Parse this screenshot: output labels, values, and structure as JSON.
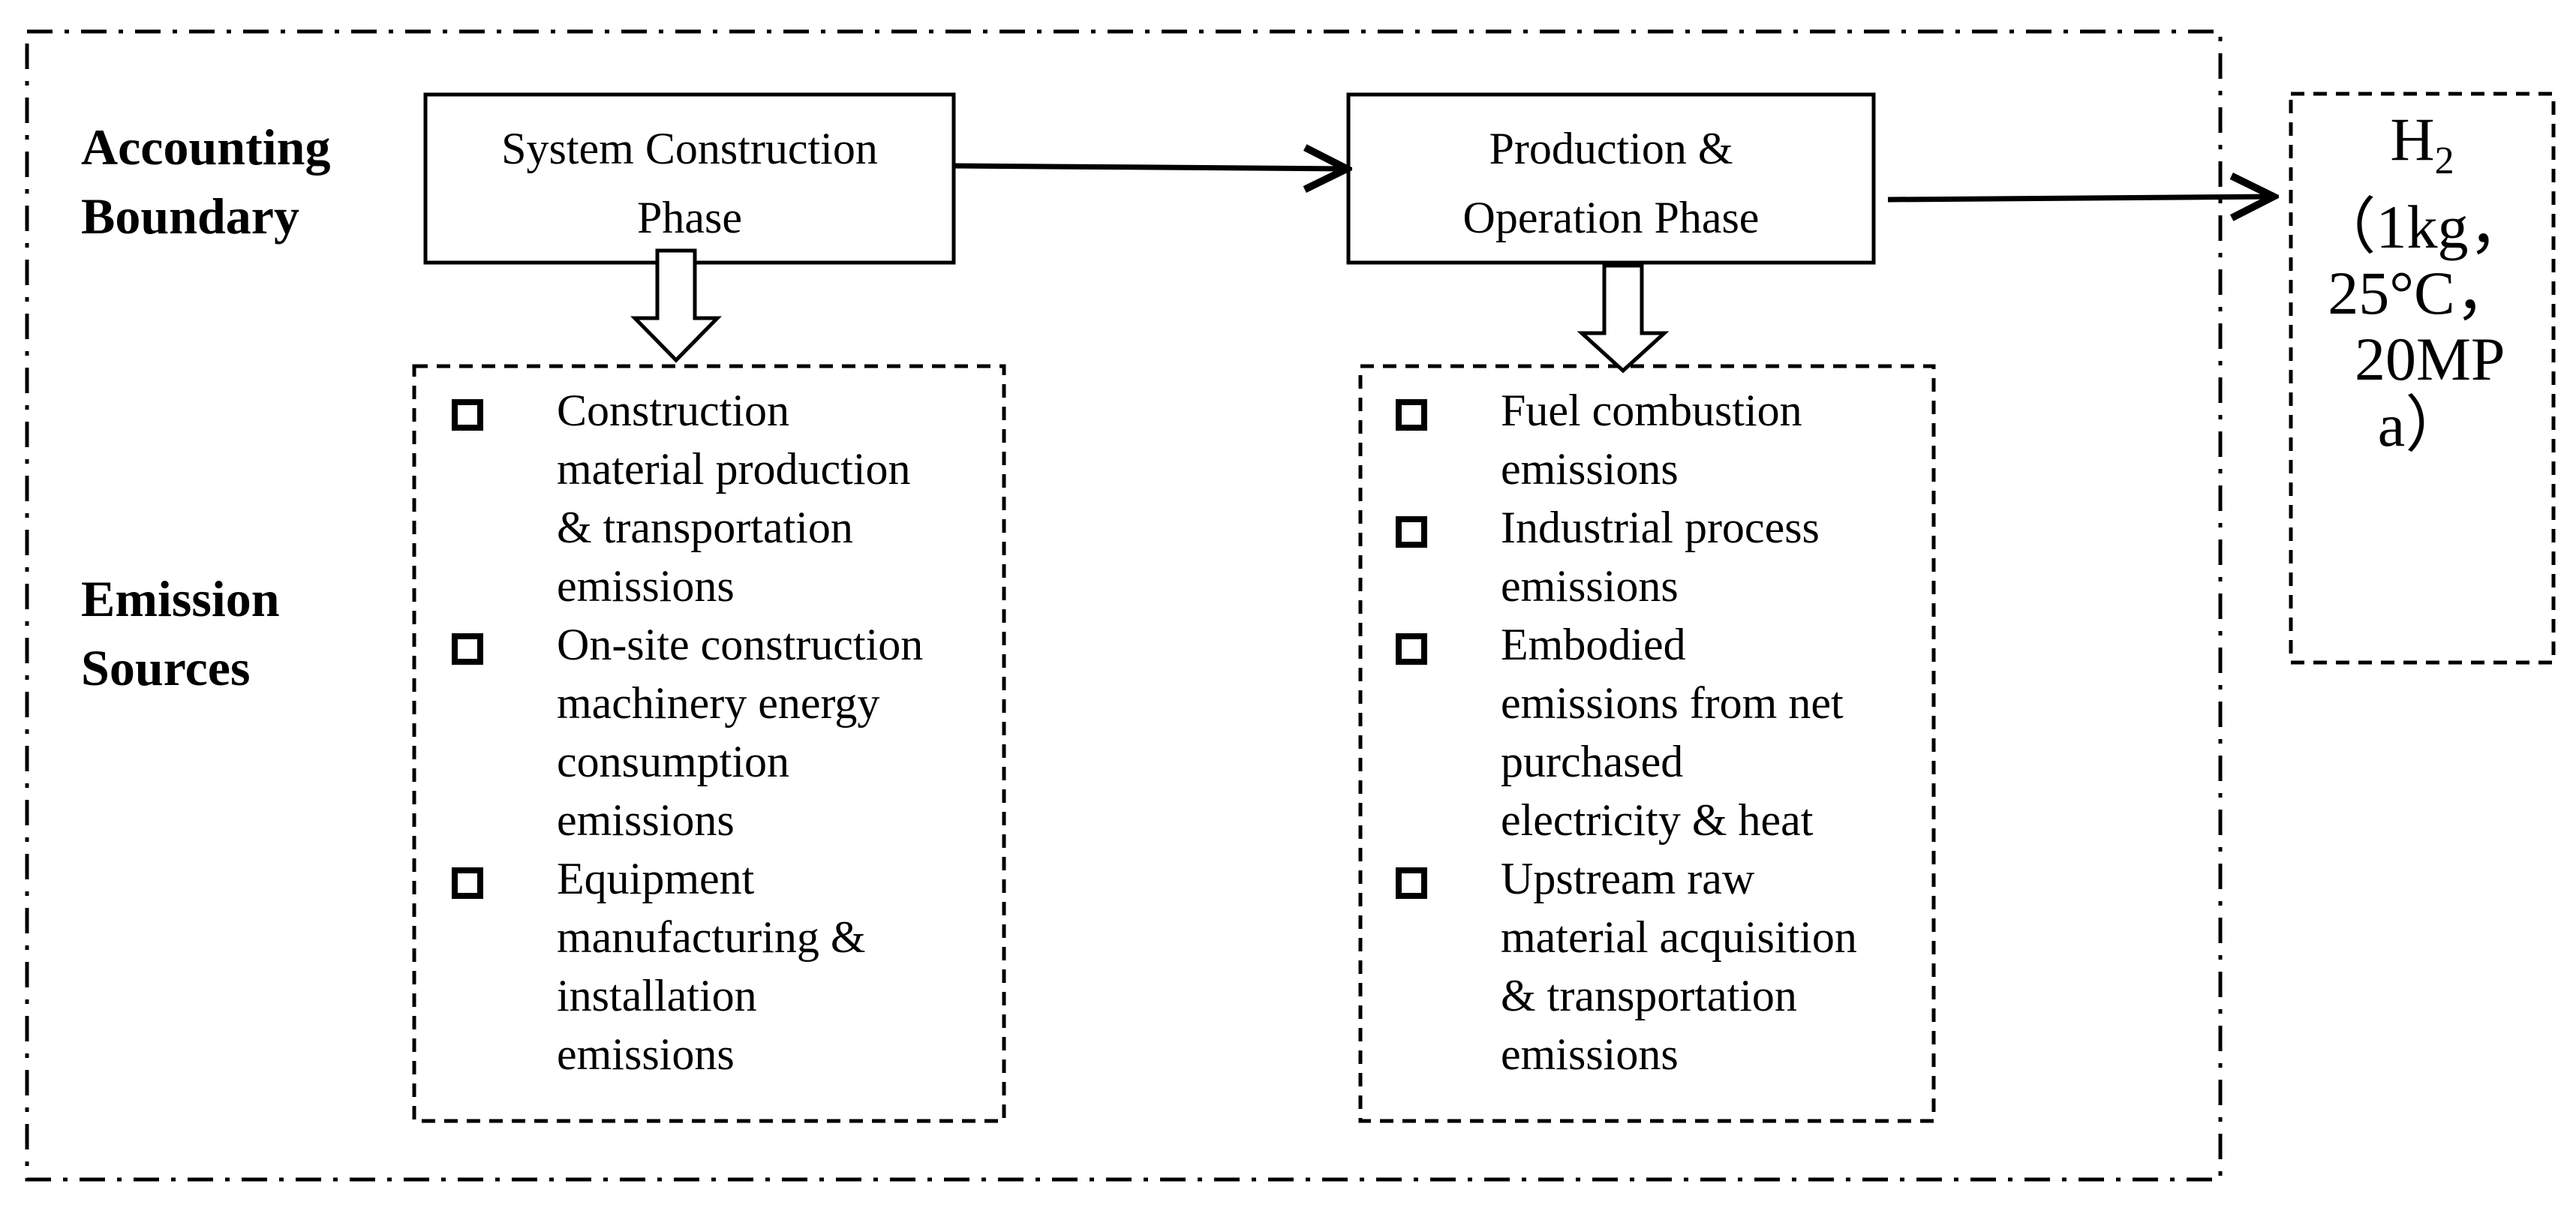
{
  "labels": {
    "accounting_boundary": "Accounting Boundary",
    "emission_sources": "Emission Sources"
  },
  "phases": {
    "construction": "System Construction Phase",
    "operation": "Production & Operation Phase"
  },
  "construction_sources": [
    "Construction\nmaterial production\n& transportation\nemissions",
    " On-site construction\nmachinery energy\nconsumption\nemissions",
    "Equipment\nmanufacturing &\ninstallation\nemissions"
  ],
  "operation_sources": [
    "Fuel combustion\nemissions",
    "Industrial process\nemissions",
    "Embodied\nemissions from net\npurchased\nelectricity & heat",
    " Upstream raw\nmaterial acquisition\n& transportation\nemissions"
  ],
  "output": {
    "h": "H",
    "sub": "2",
    "lines": [
      "（1kg，",
      "25°C，",
      " 20MP",
      "a）"
    ]
  }
}
